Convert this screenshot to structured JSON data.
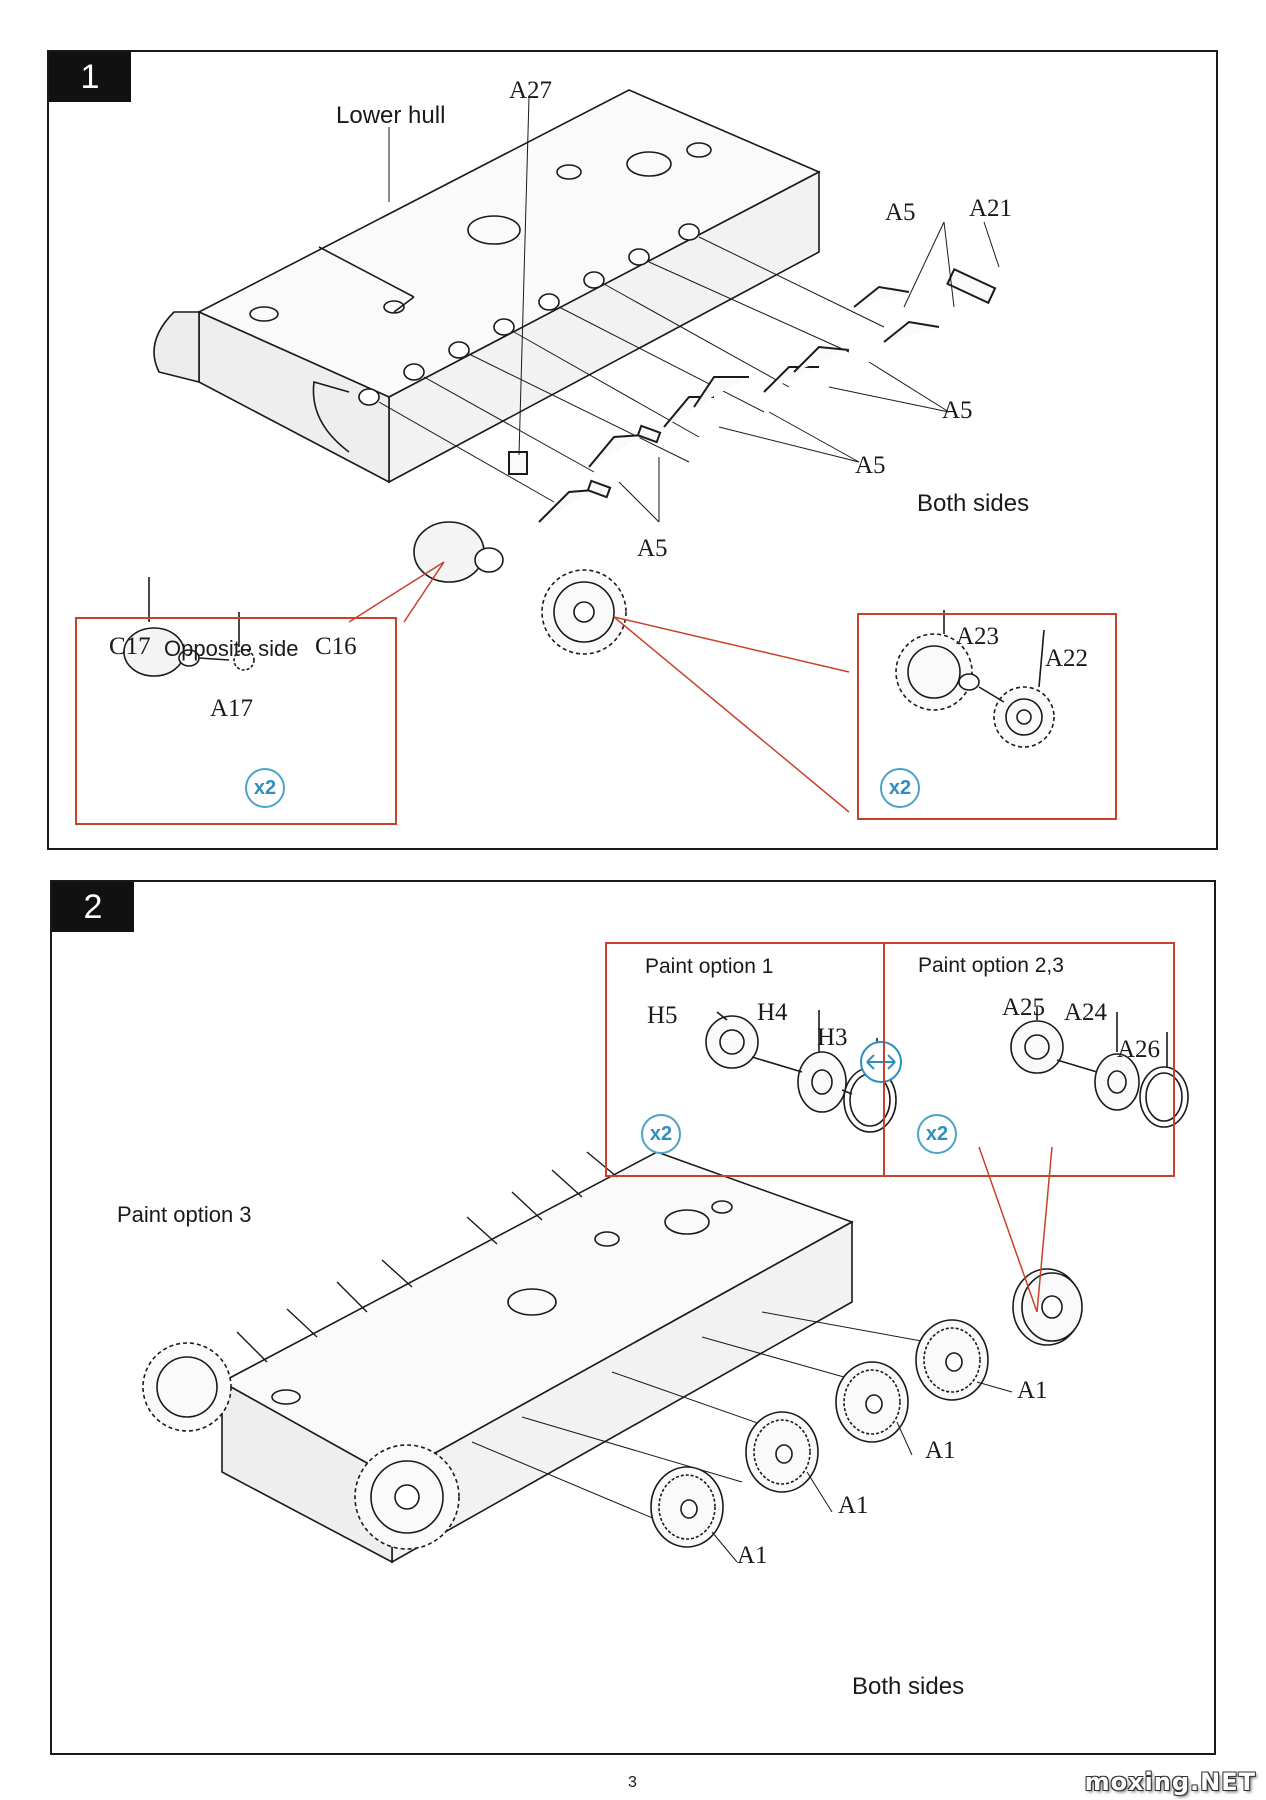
{
  "steps": [
    {
      "number": "1",
      "labels": {
        "lower_hull": "Lower hull",
        "a27": "A27",
        "a5_top": "A5",
        "a21": "A21",
        "a5_right": "A5",
        "a5_mid": "A5",
        "both_sides": "Both sides",
        "a5_bottom": "A5"
      },
      "callout_left": {
        "c17": "C17",
        "opposite_side": "Opposite side",
        "c16": "C16",
        "a17": "A17",
        "qty": "x2"
      },
      "callout_right": {
        "a23": "A23",
        "a22": "A22",
        "qty": "x2"
      }
    },
    {
      "number": "2",
      "labels": {
        "paint_option_3": "Paint option 3",
        "a1_a": "A1",
        "a1_b": "A1",
        "a1_c": "A1",
        "a1_d": "A1",
        "both_sides": "Both sides"
      },
      "callout": {
        "option_1": {
          "title": "Paint option 1",
          "h5": "H5",
          "h4": "H4",
          "h3": "H3",
          "qty": "x2"
        },
        "option_23": {
          "title": "Paint option 2,3",
          "a25": "A25",
          "a24": "A24",
          "a26": "A26",
          "qty": "x2"
        }
      }
    }
  ],
  "page_number": "3",
  "watermark": "moxing.NET",
  "colors": {
    "callout_border": "#c8412b",
    "qty_badge": "#2e8fbf",
    "line_art": "#1a1a1a"
  }
}
